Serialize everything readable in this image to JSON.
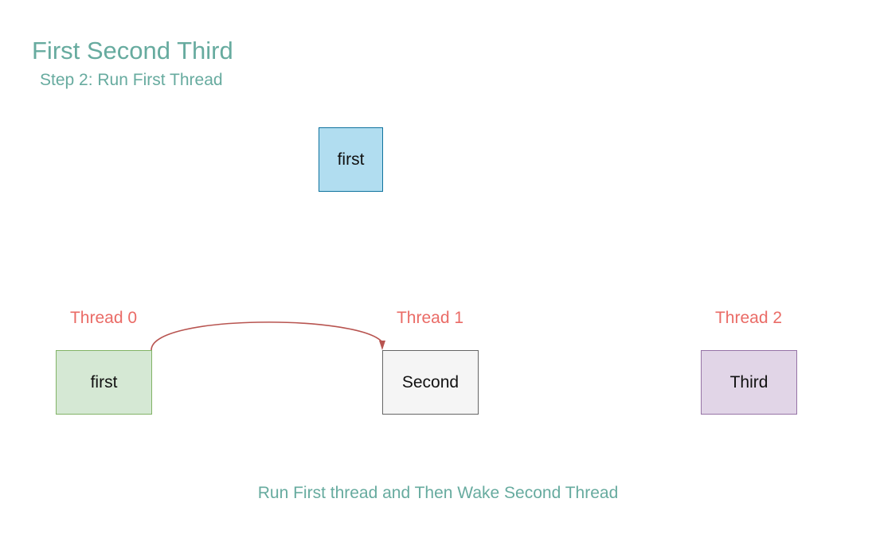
{
  "header": {
    "title": "First Second Third",
    "step": "Step 2: Run First Thread"
  },
  "current_token": {
    "label": "first"
  },
  "threads": [
    {
      "label": "Thread 0",
      "box_text": "first",
      "fill": "#d5e8d4",
      "stroke": "#82b366"
    },
    {
      "label": "Thread 1",
      "box_text": "Second",
      "fill": "#f5f5f5",
      "stroke": "#666666"
    },
    {
      "label": "Thread 2",
      "box_text": "Third",
      "fill": "#e1d5e7",
      "stroke": "#9673a6"
    }
  ],
  "caption": "Run First thread and Then Wake Second Thread",
  "colors": {
    "heading": "#67ab9f",
    "thread_label": "#ea6b66",
    "arrow": "#b85450",
    "token_fill": "#b1ddf0",
    "token_stroke": "#10739e"
  }
}
